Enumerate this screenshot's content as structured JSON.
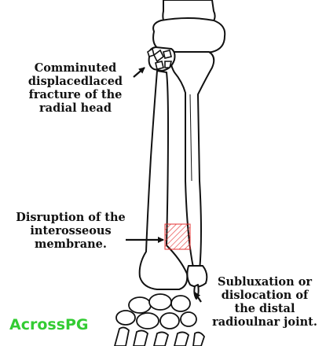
{
  "annotations": {
    "radial_head": [
      "Comminuted",
      "displacedlaced",
      "fracture of the",
      "radial head"
    ],
    "interosseous": [
      "Disruption of the",
      "interosseous",
      "membrane."
    ],
    "distal_joint": [
      "Subluxation or",
      "dislocation of",
      "the distal",
      "radioulnar joint."
    ]
  },
  "brand": {
    "text": "AcrossPG",
    "color": "#33cc33"
  },
  "colors": {
    "line": "#111111",
    "hatch": "#e53030"
  }
}
